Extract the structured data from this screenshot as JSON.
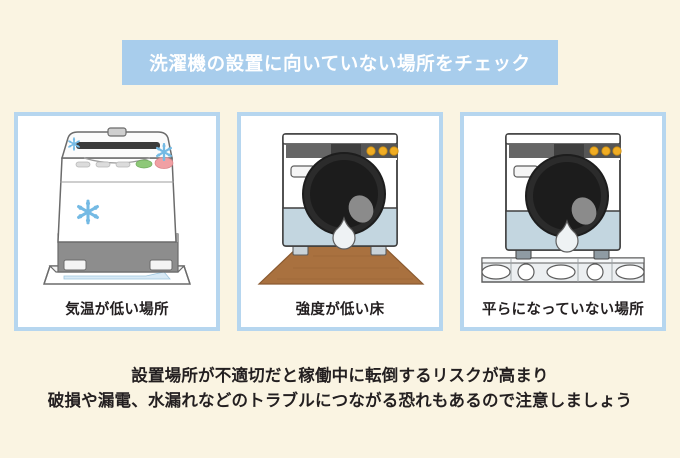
{
  "header": {
    "title": "洗濯機の設置に向いていない場所をチェック",
    "background_color": "#a8cdec",
    "text_color": "#ffffff"
  },
  "page": {
    "background_color": "#faf4e2",
    "text_color": "#231f20"
  },
  "panels": [
    {
      "id": "low-temperature",
      "caption": "気温が低い場所",
      "illustration": "top-load-washing-machine-with-snowflakes-on-drain-pan",
      "accent_color": "#6fb7e2",
      "border_color": "#b6d6ef"
    },
    {
      "id": "weak-floor",
      "caption": "強度が低い床",
      "illustration": "front-load-washing-machine-on-wooden-floor",
      "accent_color": "#a9703f",
      "border_color": "#b6d6ef"
    },
    {
      "id": "uneven-surface",
      "caption": "平らになっていない場所",
      "illustration": "front-load-washing-machine-on-concrete-blocks",
      "accent_color": "#d9dde0",
      "border_color": "#b6d6ef"
    }
  ],
  "footer": {
    "line1": "設置場所が不適切だと稼働中に転倒するリスクが高まり",
    "line2": "破損や漏電、水漏れなどのトラブルにつながる恐れもあるので注意しましょう"
  }
}
